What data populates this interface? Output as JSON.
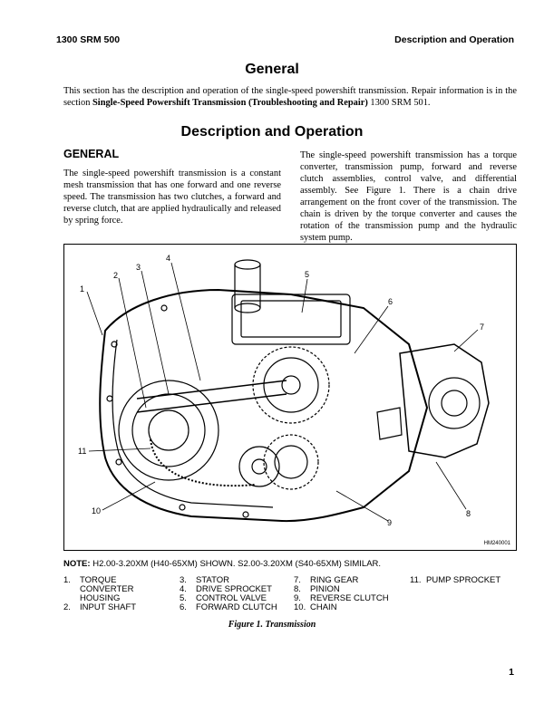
{
  "header": {
    "left": "1300 SRM 500",
    "right": "Description and Operation"
  },
  "section_title": "General",
  "intro": {
    "pre": "This section has the description and operation of the single-speed powershift transmission. Repair information is in the section ",
    "bold": "Single-Speed Powershift Transmission (Troubleshooting and Repair)",
    "post": " 1300 SRM 501."
  },
  "title2": "Description and Operation",
  "subsection": "GENERAL",
  "para_left": "The single-speed powershift transmission is a constant mesh transmission that has one forward and one reverse speed. The transmission has two clutches, a forward and reverse clutch, that are applied hydraulically and released by spring force.",
  "para_right": "The single-speed powershift transmission has a torque converter, transmission pump, forward and reverse clutch assemblies, control valve, and differential assembly. See Figure 1. There is a chain drive arrangement on the front cover of the transmission. The chain is driven by the torque converter and causes the rotation of the transmission pump and the hydraulic system pump.",
  "figure": {
    "callouts": [
      "1",
      "2",
      "3",
      "4",
      "5",
      "6",
      "7",
      "8",
      "9",
      "10",
      "11"
    ],
    "id": "HM240001"
  },
  "note": {
    "label": "NOTE:",
    "text": " H2.00-3.20XM (H40-65XM) SHOWN. S2.00-3.20XM (S40-65XM) SIMILAR."
  },
  "legend": [
    {
      "num": "1.",
      "text": "TORQUE\nCONVERTER\nHOUSING"
    },
    {
      "num": "2.",
      "text": "INPUT SHAFT"
    },
    {
      "num": "3.",
      "text": "STATOR"
    },
    {
      "num": "4.",
      "text": "DRIVE SPROCKET"
    },
    {
      "num": "5.",
      "text": "CONTROL VALVE"
    },
    {
      "num": "6.",
      "text": "FORWARD CLUTCH"
    },
    {
      "num": "7.",
      "text": "RING GEAR"
    },
    {
      "num": "8.",
      "text": "PINION"
    },
    {
      "num": "9.",
      "text": "REVERSE CLUTCH"
    },
    {
      "num": "10.",
      "text": "CHAIN"
    },
    {
      "num": "11.",
      "text": "PUMP SPROCKET"
    }
  ],
  "caption": "Figure 1. Transmission",
  "page_number": "1"
}
